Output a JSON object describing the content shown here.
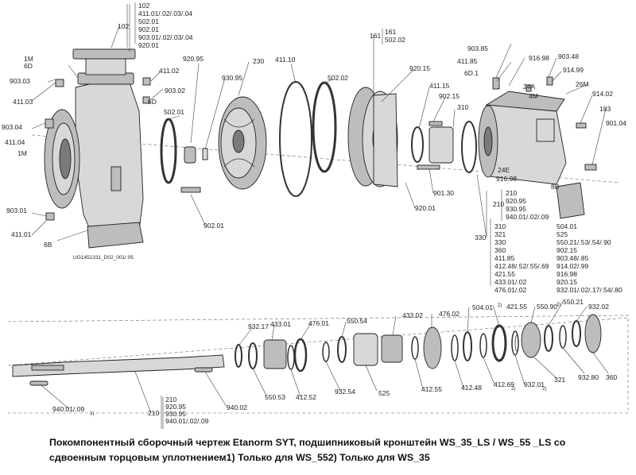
{
  "drawing_id": "UG1451331_D02_001/ 05",
  "labels": {
    "l102": "102",
    "l161": "161",
    "l230": "230",
    "l183": "183",
    "l24A": "24A",
    "l4M": "4M",
    "l26M": "26M",
    "l24E": "24E",
    "l6D1": "6D.1",
    "l1M_a": "1M",
    "l6D_a": "6D",
    "l6D_b": "6D",
    "l1M_b": "1M",
    "l6B": "6B",
    "l8B": "8B",
    "l210_top": "210",
    "l330": "330",
    "l310": "310",
    "l321": "321",
    "l360": "360",
    "l525": "525",
    "l210_bot": "210",
    "p903_03": "903.03",
    "p411_03": "411.03",
    "p903_04": "903.04",
    "p411_04": "411.04",
    "p903_01": "903.01",
    "p411_01": "411.01",
    "p411_02": "411.02",
    "p903_02": "903.02",
    "p920_95": "920.95",
    "p930_95": "930.95",
    "p411_10": "411.10",
    "p502_02": "502.02",
    "p502_01": "502.01",
    "p902_01": "902.01",
    "p920_15": "920.15",
    "p411_15": "411.15",
    "p902_15": "902.15",
    "p901_30": "901.30",
    "p920_01": "920.01",
    "p903_85": "903.85",
    "p411_85": "411.85",
    "p916_98": "916.98",
    "p903_48": "903.48",
    "p914_99": "914.99",
    "p914_02": "914.02",
    "p901_04": "901.04",
    "p916_98b": "916.98",
    "p932_17": "932.17",
    "p433_01": "433.01",
    "p476_01": "476.01",
    "p550_54": "550.54",
    "p433_02": "433.02",
    "p476_02": "476.02",
    "p504_01": "504.01",
    "p421_55": "421.55",
    "p550_90": "550.90",
    "p550_21": "550.21",
    "p932_02": "932.02",
    "p550_53": "550.53",
    "p412_52": "412.52",
    "p932_54": "932.54",
    "p412_55": "412.55",
    "p412_48": "412.48",
    "p412_69": "412.69",
    "p932_01": "932.01",
    "p932_80": "932.80",
    "p940_01": "940.01/.09",
    "p940_02": "940.02"
  },
  "sup": {
    "s504": "2)",
    "s550": "2)",
    "s412": "2)",
    "s932": "2)",
    "s940": "1)"
  },
  "box102": [
    "102",
    "411.01/.02/.03/.04",
    "502.01",
    "902.01",
    "903.01/.02/.03/.04",
    "920.01"
  ],
  "box161": [
    "161",
    "502.02"
  ],
  "box210_top": [
    "210",
    "920.95",
    "930.95",
    "940.01/.02/.09"
  ],
  "box330_left": [
    "310",
    "321",
    "330",
    "360",
    "411.85",
    "412.48/.52/.55/.69",
    "421.55",
    "433.01/.02",
    "476.01/.02"
  ],
  "box330_right": [
    "504.01",
    "525",
    "550.21/.53/.54/.90",
    "902.15",
    "903.48/.85",
    "914.02/.99",
    "916.98",
    "920.15",
    "932.01/.02/.17/.54/.80"
  ],
  "box210_bot": [
    "210",
    "920.95",
    "930.95",
    "940.01/.02/.09"
  ],
  "caption": "Покомпонентный сборочный чертеж Etanorm SYT, подшипниковый кронштейн WS_35_LS / WS_55 _LS со сдвоенным торцовым уплотнением1) Только для WS_552) Только для WS_35"
}
